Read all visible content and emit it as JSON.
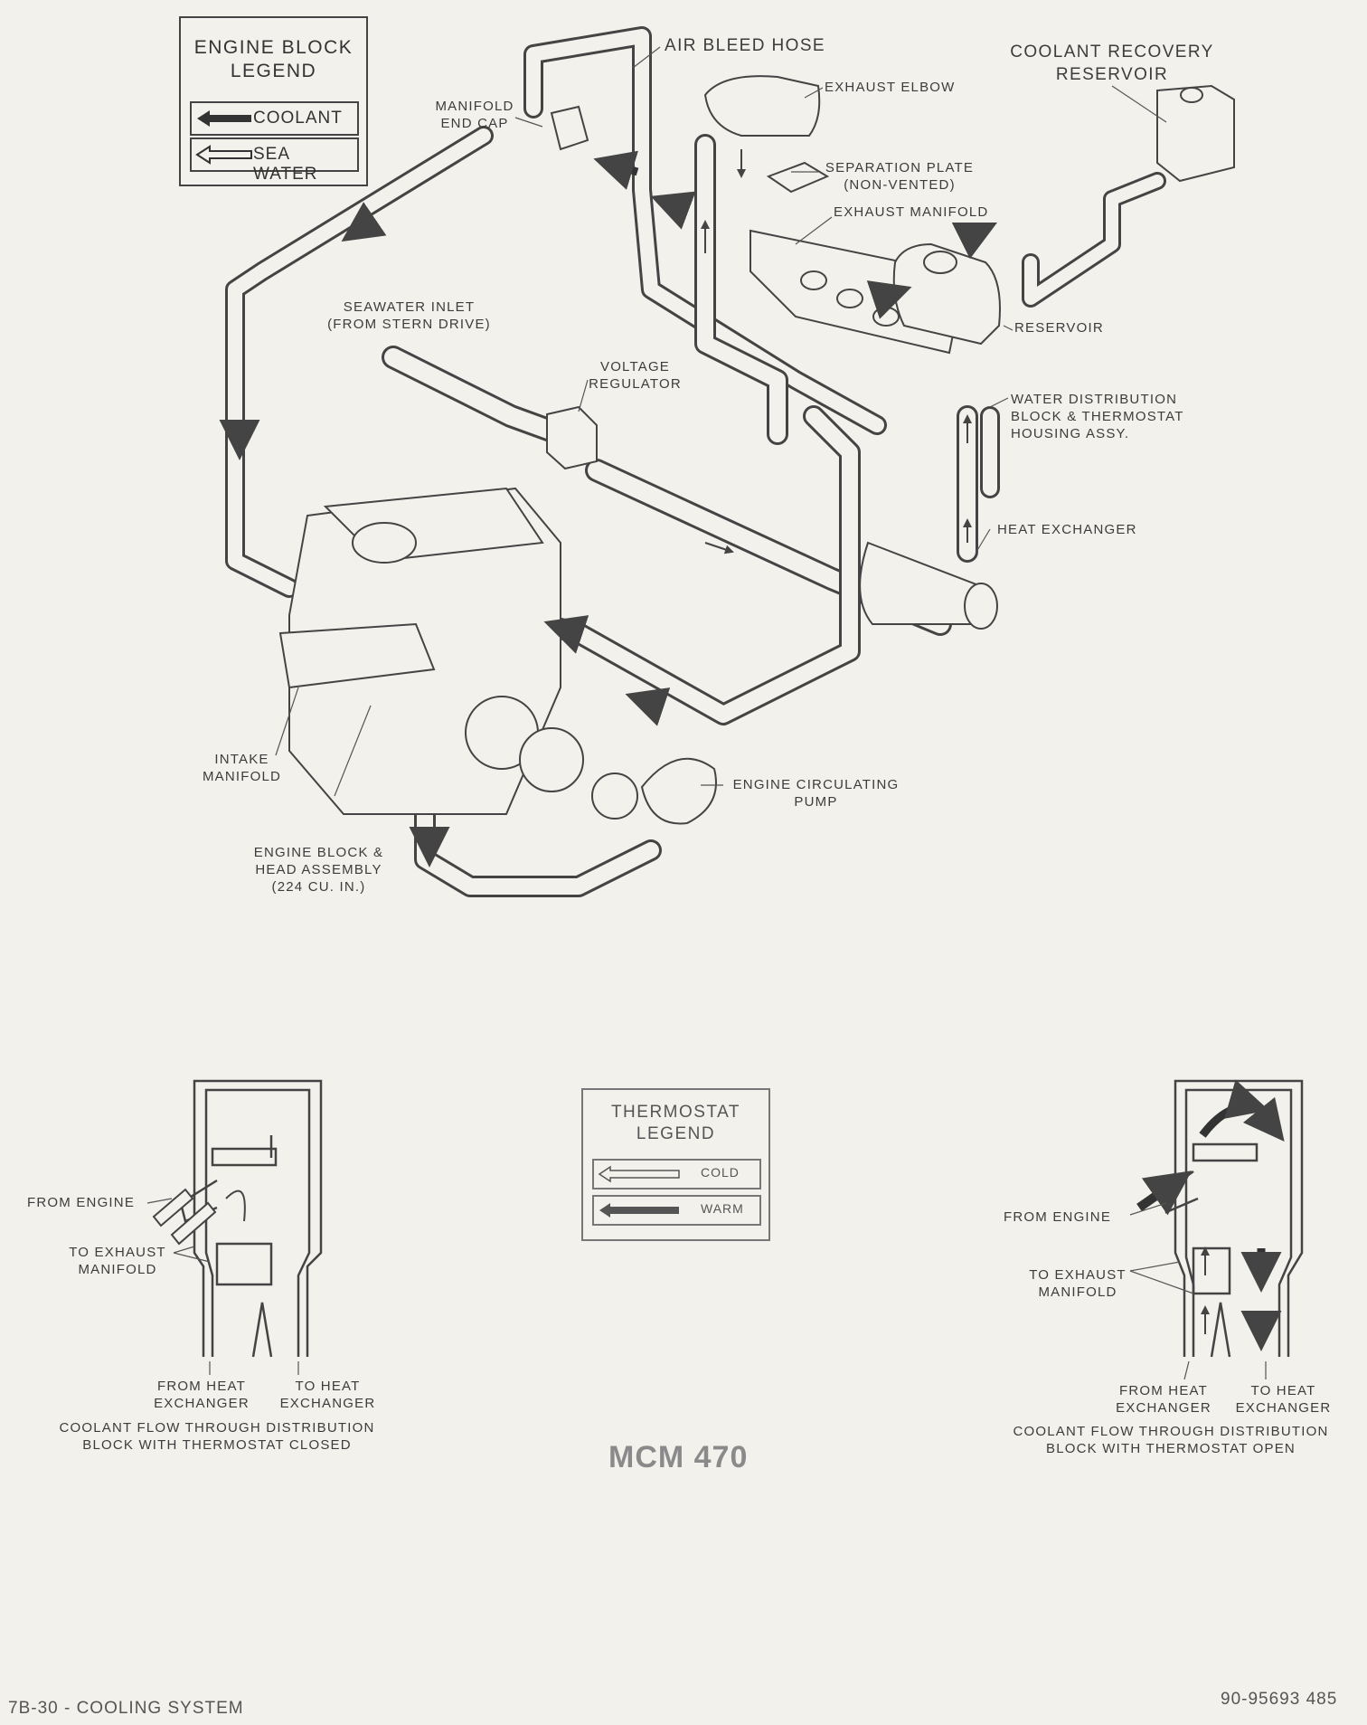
{
  "engine_legend": {
    "title_line1": "ENGINE BLOCK",
    "title_line2": "LEGEND",
    "coolant_label": "COOLANT",
    "seawater_label": "SEA WATER"
  },
  "labels": {
    "air_bleed_hose": "AIR BLEED HOSE",
    "coolant_recovery_1": "COOLANT RECOVERY",
    "coolant_recovery_2": "RESERVOIR",
    "manifold_end_cap_1": "MANIFOLD",
    "manifold_end_cap_2": "END CAP",
    "exhaust_elbow": "EXHAUST ELBOW",
    "separation_plate_1": "SEPARATION PLATE",
    "separation_plate_2": "(NON-VENTED)",
    "exhaust_manifold": "EXHAUST MANIFOLD",
    "reservoir": "RESERVOIR",
    "seawater_inlet_1": "SEAWATER INLET",
    "seawater_inlet_2": "(FROM STERN DRIVE)",
    "voltage_regulator_1": "VOLTAGE",
    "voltage_regulator_2": "REGULATOR",
    "water_distribution_1": "WATER DISTRIBUTION",
    "water_distribution_2": "BLOCK & THERMOSTAT",
    "water_distribution_3": "HOUSING ASSY.",
    "heat_exchanger": "HEAT EXCHANGER",
    "intake_manifold_1": "INTAKE",
    "intake_manifold_2": "MANIFOLD",
    "circulating_pump_1": "ENGINE CIRCULATING",
    "circulating_pump_2": "PUMP",
    "engine_block_1": "ENGINE BLOCK &",
    "engine_block_2": "HEAD ASSEMBLY",
    "engine_block_3": "(224 CU. IN.)"
  },
  "thermostat_legend": {
    "title_line1": "THERMOSTAT",
    "title_line2": "LEGEND",
    "cold_label": "COLD",
    "warm_label": "WARM"
  },
  "closed_view": {
    "from_engine": "FROM ENGINE",
    "to_exhaust_1": "TO EXHAUST",
    "to_exhaust_2": "MANIFOLD",
    "from_heat_1": "FROM HEAT",
    "from_heat_2": "EXCHANGER",
    "to_heat_1": "TO HEAT",
    "to_heat_2": "EXCHANGER",
    "caption_1": "COOLANT FLOW THROUGH  DISTRIBUTION",
    "caption_2": "BLOCK  WITH THERMOSTAT CLOSED"
  },
  "open_view": {
    "from_engine": "FROM ENGINE",
    "to_exhaust_1": "TO EXHAUST",
    "to_exhaust_2": "MANIFOLD",
    "from_heat_1": "FROM HEAT",
    "from_heat_2": "EXCHANGER",
    "to_heat_1": "TO HEAT",
    "to_heat_2": "EXCHANGER",
    "caption_1": "COOLANT FLOW THROUGH DISTRIBUTION",
    "caption_2": "BLOCK WITH THERMOSTAT OPEN"
  },
  "model": "MCM 470",
  "footer": {
    "left": "7B-30 - COOLING SYSTEM",
    "right": "90-95693 485"
  },
  "colors": {
    "ink": "#444444",
    "paper": "#f3f1ec",
    "coolant_fill": "#4a4a4a",
    "seawater_fill": "#f3f1ec"
  }
}
